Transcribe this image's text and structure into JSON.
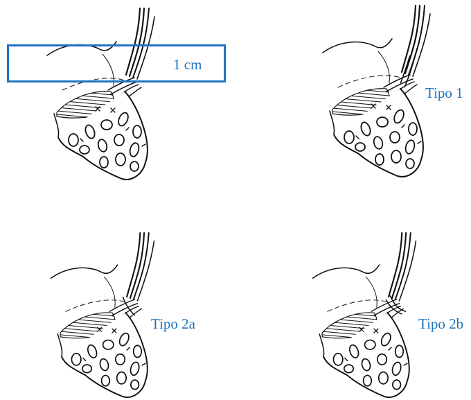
{
  "annotations": {
    "ruler_label": "1 cm",
    "type_labels": [
      "Tipo 1",
      "Tipo 2a",
      "Tipo 2b"
    ]
  },
  "colors": {
    "label": "#1e73be",
    "ink": "#111111"
  }
}
